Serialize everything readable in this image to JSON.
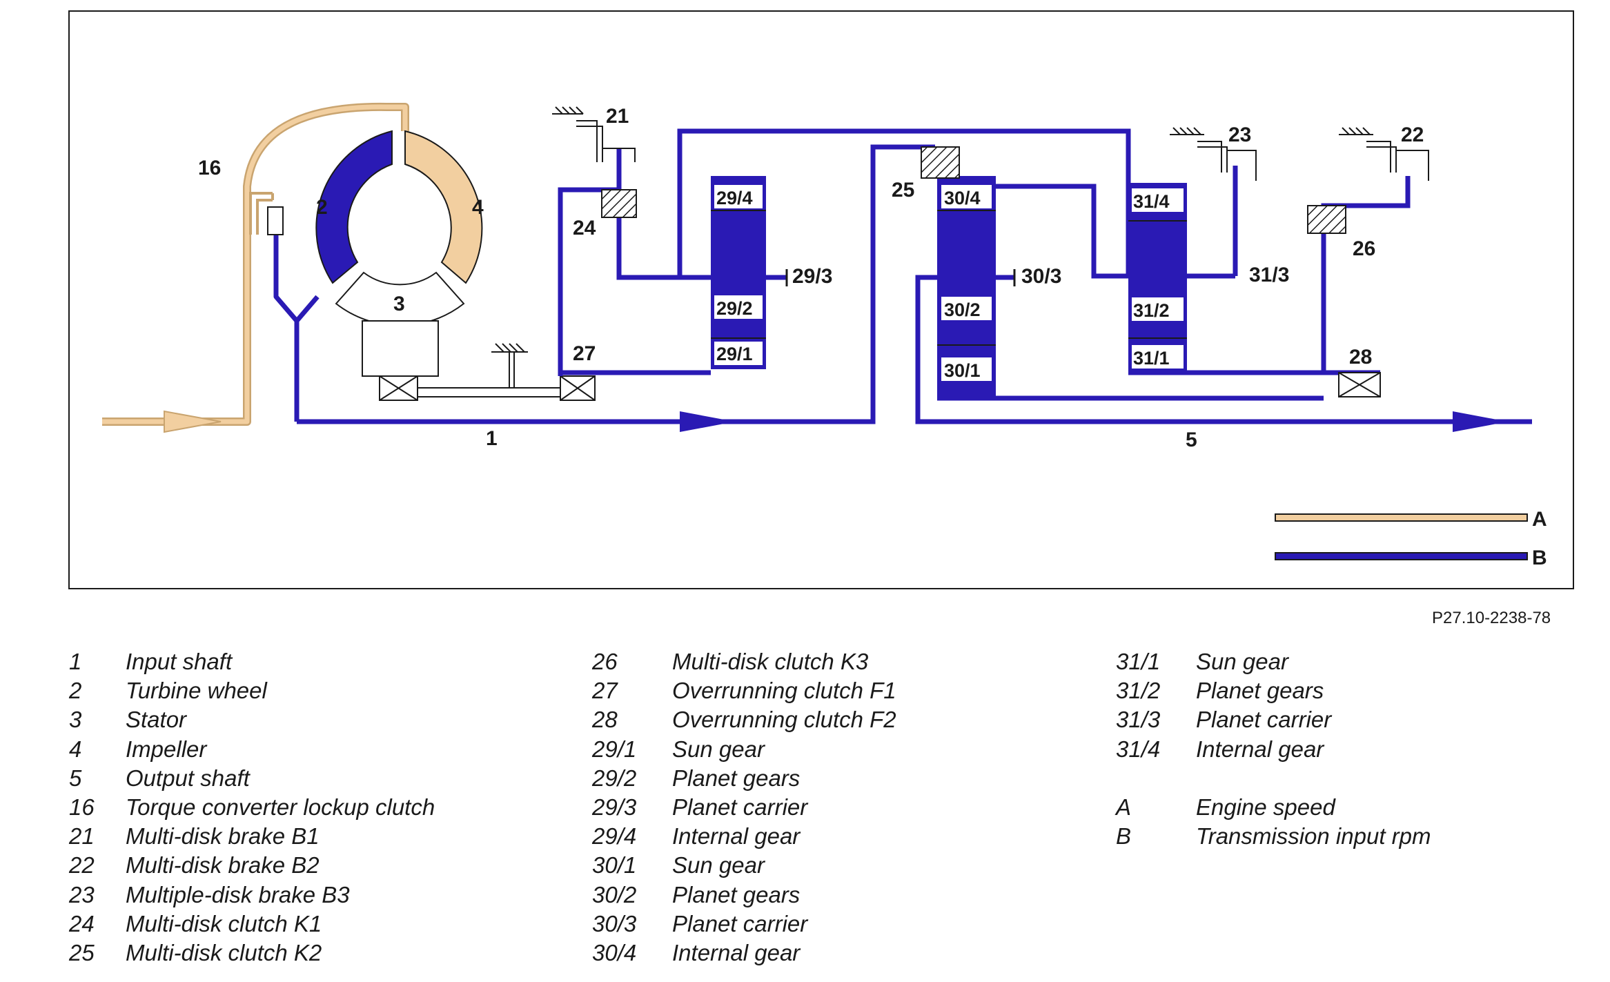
{
  "diagram": {
    "labels": {
      "l16": "16",
      "l2": "2",
      "l3": "3",
      "l4": "4",
      "l21": "21",
      "l24": "24",
      "l27": "27",
      "l1": "1",
      "l29_4": "29/4",
      "l29_3": "29/3",
      "l29_2": "29/2",
      "l29_1": "29/1",
      "l25": "25",
      "l30_4": "30/4",
      "l30_3": "30/3",
      "l30_2": "30/2",
      "l30_1": "30/1",
      "l23": "23",
      "l31_4": "31/4",
      "l31_3": "31/3",
      "l31_2": "31/2",
      "l31_1": "31/1",
      "l22": "22",
      "l26": "26",
      "l28": "28",
      "l5": "5",
      "keyA": "A",
      "keyB": "B"
    },
    "colors": {
      "engine": "#f2cfa0",
      "input": "#2a1ab4",
      "outline": "#1a1a1a"
    }
  },
  "reference": "P27.10-2238-78",
  "legend": {
    "col1": [
      {
        "num": "1",
        "text": "Input shaft"
      },
      {
        "num": "2",
        "text": "Turbine wheel"
      },
      {
        "num": "3",
        "text": "Stator"
      },
      {
        "num": "4",
        "text": "Impeller"
      },
      {
        "num": "5",
        "text": "Output shaft"
      },
      {
        "num": "16",
        "text": "Torque converter lockup clutch"
      },
      {
        "num": "21",
        "text": "Multi-disk brake B1"
      },
      {
        "num": "22",
        "text": "Multi-disk brake B2"
      },
      {
        "num": "23",
        "text": "Multiple-disk brake B3"
      },
      {
        "num": "24",
        "text": "Multi-disk clutch K1"
      },
      {
        "num": "25",
        "text": "Multi-disk clutch K2"
      }
    ],
    "col2": [
      {
        "num": "26",
        "text": "Multi-disk clutch K3"
      },
      {
        "num": "27",
        "text": "Overrunning clutch F1"
      },
      {
        "num": "28",
        "text": "Overrunning clutch F2"
      },
      {
        "num": "29/1",
        "text": "Sun gear"
      },
      {
        "num": "29/2",
        "text": "Planet gears"
      },
      {
        "num": "29/3",
        "text": "Planet carrier"
      },
      {
        "num": "29/4",
        "text": "Internal gear"
      },
      {
        "num": "30/1",
        "text": "Sun gear"
      },
      {
        "num": "30/2",
        "text": "Planet gears"
      },
      {
        "num": "30/3",
        "text": "Planet carrier"
      },
      {
        "num": "30/4",
        "text": "Internal gear"
      }
    ],
    "col3": [
      {
        "num": "31/1",
        "text": "Sun gear"
      },
      {
        "num": "31/2",
        "text": "Planet gears"
      },
      {
        "num": "31/3",
        "text": "Planet carrier"
      },
      {
        "num": "31/4",
        "text": "Internal gear"
      }
    ],
    "col3b": [
      {
        "num": "A",
        "text": "Engine speed"
      },
      {
        "num": "B",
        "text": "Transmission input rpm"
      }
    ]
  }
}
